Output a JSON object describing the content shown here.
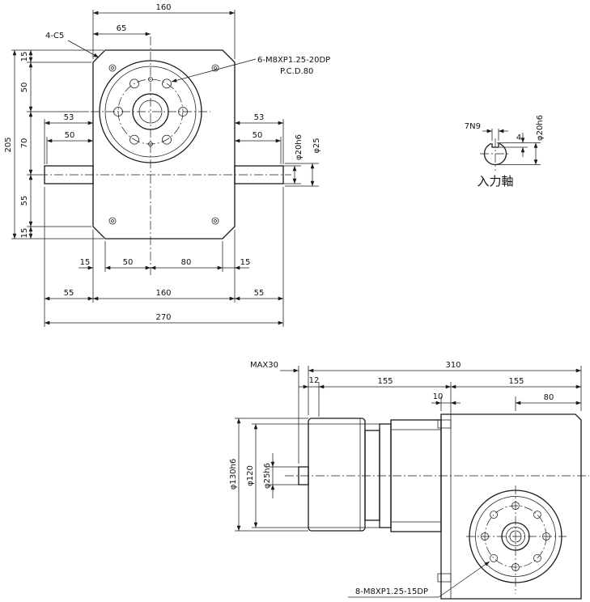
{
  "front_view": {
    "top_width": "160",
    "top_offset": "65",
    "chamfer_note": "4-C5",
    "bolt_note_line1": "6-M8XP1.25-20DP",
    "bolt_note_line2": "P.C.D.80",
    "left_chain": {
      "a": "15",
      "b": "50",
      "c": "70",
      "d": "55",
      "e": "15",
      "total": "205"
    },
    "left_shaft": {
      "len": "53",
      "step": "50"
    },
    "right_shaft": {
      "len": "53",
      "step": "50"
    },
    "shaft_dia": "φ20h6",
    "boss_dia": "φ25",
    "bottom_chain": {
      "a": "15",
      "b": "50",
      "c": "80",
      "d": "15"
    },
    "bottom_row2": {
      "a": "55",
      "b": "160",
      "c": "55"
    },
    "overall_width": "270"
  },
  "input_shaft_detail": {
    "key_width": "7N9",
    "key_depth": "4",
    "shaft_dia": "φ20h6",
    "label": "入力軸"
  },
  "side_view": {
    "shaft_max": "MAX30",
    "overall_length": "310",
    "seg_12": "12",
    "seg_155_left": "155",
    "seg_155_right": "155",
    "seg_10": "10",
    "seg_80": "80",
    "flange_dia": "φ130h6",
    "body_dia": "φ120",
    "shaft_dia": "φ25h6",
    "bolt_note": "8-M8XP1.25-15DP"
  }
}
